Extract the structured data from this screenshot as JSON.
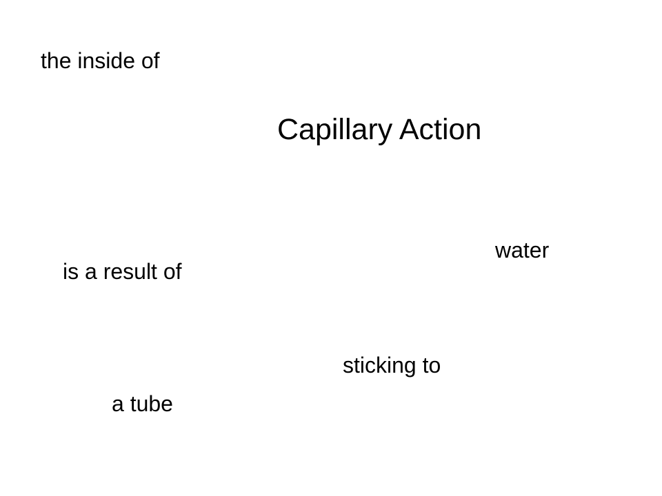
{
  "slide": {
    "title": "Capillary Action",
    "phrases": {
      "the_inside_of": "the inside of",
      "water": "water",
      "is_a_result_of": "is a result of",
      "sticking_to": "sticking to",
      "a_tube": "a tube"
    }
  }
}
